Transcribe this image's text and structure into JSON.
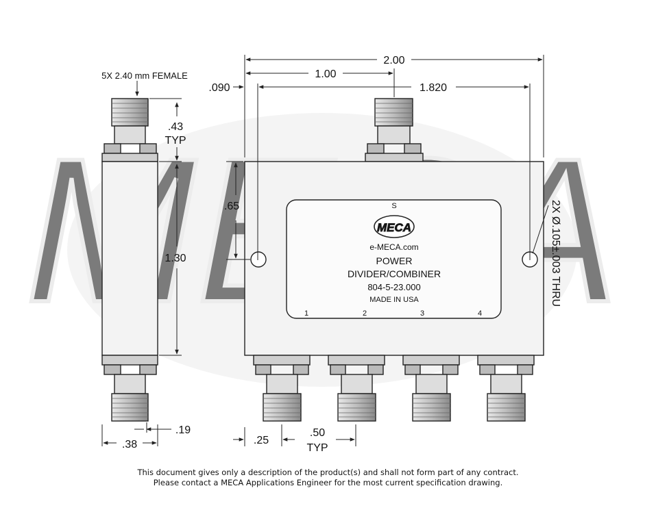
{
  "watermark": {
    "text": "MECA"
  },
  "side_view": {
    "connector_note": "5X 2.40 mm FEMALE",
    "dim_connector_height": ".43",
    "dim_connector_height_note": "TYP",
    "dim_body_height": "1.30",
    "dim_width": ".38",
    "dim_offset": ".19"
  },
  "front_view": {
    "dim_overall_width": "2.00",
    "dim_center": "1.00",
    "dim_edge_offset": ".090",
    "dim_hole_spacing": "1.820",
    "dim_hole_height": ".65",
    "dim_hole_note": "2X Ø.105±.003 THRU",
    "dim_first_port": ".25",
    "dim_port_pitch": ".50",
    "dim_port_pitch_note": "TYP"
  },
  "label_plate": {
    "sum_port": "S",
    "logo": "MECA",
    "website": "e-MECA.com",
    "title_line1": "POWER",
    "title_line2": "DIVIDER/COMBINER",
    "part_number": "804-5-23.000",
    "origin": "MADE IN USA",
    "port_numbers": [
      "1",
      "2",
      "3",
      "4"
    ]
  },
  "footer": {
    "line1": "This document gives only a description of the product(s) and shall not form part of any contract.",
    "line2": "Please contact a MECA Applications Engineer for the most current specification drawing."
  }
}
